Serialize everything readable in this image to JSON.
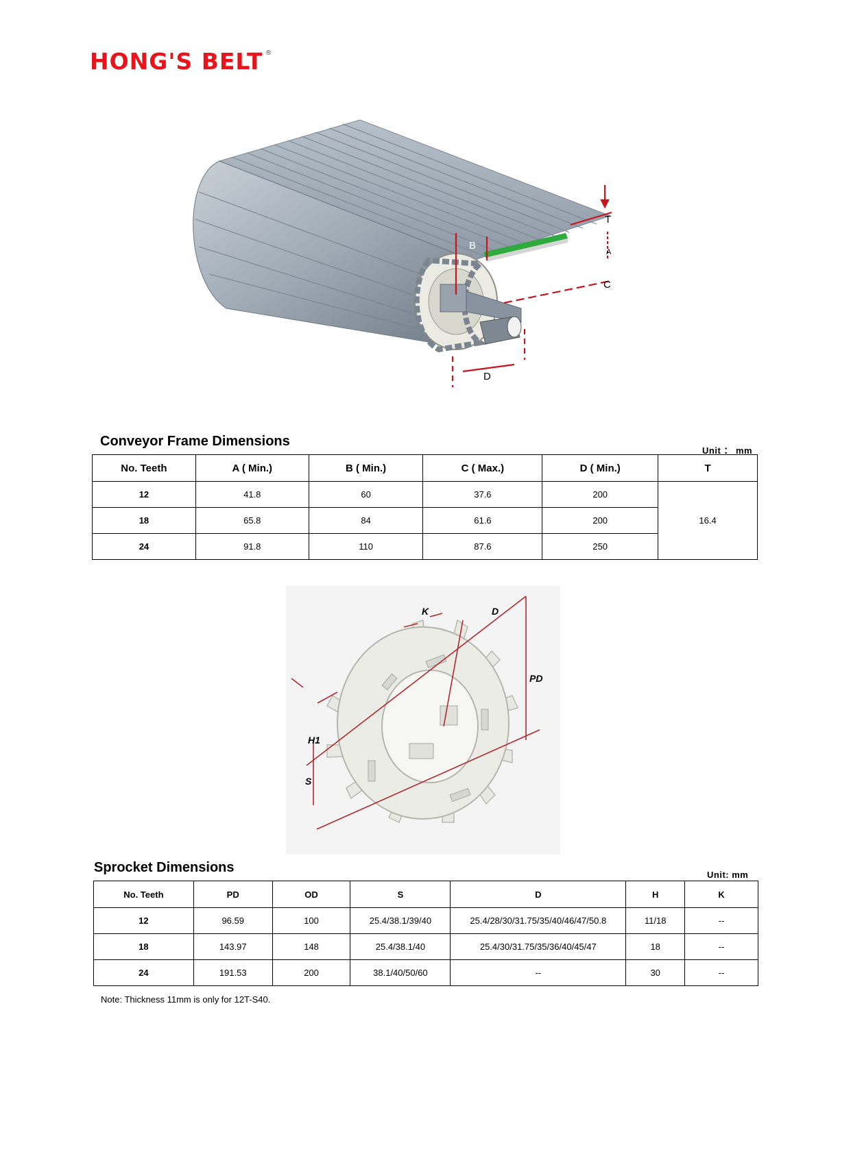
{
  "brand": {
    "name": "HONG'S BELT",
    "mark": "®",
    "color": "#e8141b"
  },
  "figure1": {
    "labels": {
      "t": "T",
      "a": "A",
      "b": "B",
      "c": "C",
      "d": "D"
    }
  },
  "frame": {
    "title": "Conveyor Frame Dimensions",
    "unit": "Unit ： mm",
    "headers": [
      "No. Teeth",
      "A ( Min.)",
      "B ( Min.)",
      "C ( Max.)",
      "D ( Min.)",
      "T"
    ],
    "rows": [
      {
        "teeth": "12",
        "a": "41.8",
        "b": "60",
        "c": "37.6",
        "d": "200"
      },
      {
        "teeth": "18",
        "a": "65.8",
        "b": "84",
        "c": "61.6",
        "d": "200"
      },
      {
        "teeth": "24",
        "a": "91.8",
        "b": "110",
        "c": "87.6",
        "d": "250"
      }
    ],
    "t_value": "16.4"
  },
  "figure2": {
    "labels": {
      "k": "K",
      "d": "D",
      "pd": "PD",
      "h1": "H1",
      "s": "S"
    }
  },
  "sprocket": {
    "title": "Sprocket Dimensions",
    "unit": "Unit: mm",
    "headers": [
      "No. Teeth",
      "PD",
      "OD",
      "S",
      "D",
      "H",
      "K"
    ],
    "rows": [
      {
        "teeth": "12",
        "pd": "96.59",
        "od": "100",
        "s": "25.4/38.1/39/40",
        "d": "25.4/28/30/31.75/35/40/46/47/50.8",
        "h": "11/18",
        "k": "--"
      },
      {
        "teeth": "18",
        "pd": "143.97",
        "od": "148",
        "s": "25.4/38.1/40",
        "d": "25.4/30/31.75/35/36/40/45/47",
        "h": "18",
        "k": "--"
      },
      {
        "teeth": "24",
        "pd": "191.53",
        "od": "200",
        "s": "38.1/40/50/60",
        "d": "--",
        "h": "30",
        "k": "--"
      }
    ]
  },
  "note": "Note: Thickness 11mm is only for 12T-S40."
}
